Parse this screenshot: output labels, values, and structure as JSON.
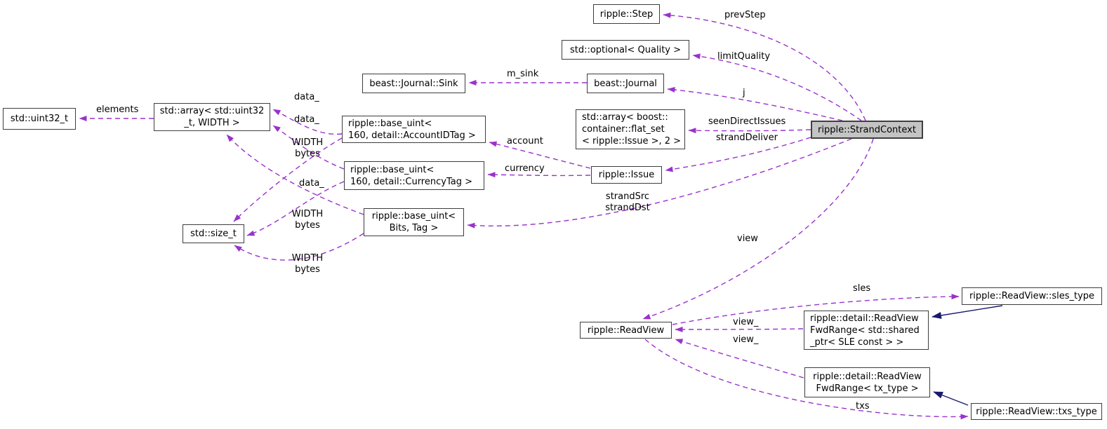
{
  "diagram_type": "doxygen-collaboration-graph",
  "focus_node": "ripple::StrandContext",
  "colors": {
    "member_edge": "#9a32cd",
    "inheritance_edge": "#191970",
    "node_border": "#3d3d3d",
    "node_fill": "#ffffff",
    "focus_node_fill": "#c4c4c4",
    "text": "#000000",
    "background": "#ffffff"
  },
  "nodes": {
    "uint32": {
      "lines": [
        "std::uint32_t"
      ]
    },
    "array_uint32": {
      "lines": [
        "std::array< std::uint32",
        "_t, WIDTH >"
      ]
    },
    "journal_sink": {
      "lines": [
        "beast::Journal::Sink"
      ]
    },
    "journal": {
      "lines": [
        "beast::Journal"
      ]
    },
    "step": {
      "lines": [
        "ripple::Step"
      ]
    },
    "optional_quality": {
      "lines": [
        "std::optional< Quality >"
      ]
    },
    "base_uint_account": {
      "lines": [
        "ripple::base_uint<",
        "160, detail::AccountIDTag >"
      ]
    },
    "flatset_array": {
      "lines": [
        "std::array< boost::",
        "container::flat_set",
        "< ripple::Issue >, 2 >"
      ]
    },
    "base_uint_currency": {
      "lines": [
        "ripple::base_uint<",
        "160, detail::CurrencyTag >"
      ]
    },
    "issue": {
      "lines": [
        "ripple::Issue"
      ]
    },
    "strand_context": {
      "lines": [
        "ripple::StrandContext"
      ]
    },
    "size_t": {
      "lines": [
        "std::size_t"
      ]
    },
    "base_uint_bits": {
      "lines": [
        "ripple::base_uint<",
        "Bits, Tag >"
      ]
    },
    "readview": {
      "lines": [
        "ripple::ReadView"
      ]
    },
    "fwdrange_sle": {
      "lines": [
        "ripple::detail::ReadView",
        "FwdRange< std::shared",
        "_ptr< SLE const > >"
      ]
    },
    "fwdrange_tx": {
      "lines": [
        "ripple::detail::ReadView",
        "FwdRange< tx_type >"
      ]
    },
    "sles_type": {
      "lines": [
        "ripple::ReadView::sles_type"
      ]
    },
    "txs_type": {
      "lines": [
        "ripple::ReadView::txs_type"
      ]
    }
  },
  "labels": {
    "elements": "elements",
    "data_1": "data_",
    "data_2": "data_",
    "data_3": "data_",
    "width_bytes_1": [
      "WIDTH",
      "bytes"
    ],
    "width_bytes_2": [
      "WIDTH",
      "bytes"
    ],
    "width_bytes_3": [
      "WIDTH",
      "bytes"
    ],
    "m_sink": "m_sink",
    "prev_step": "prevStep",
    "limit_quality": "limitQuality",
    "j": "j",
    "seen_direct_issues": "seenDirectIssues",
    "strand_deliver": "strandDeliver",
    "account": "account",
    "currency": "currency",
    "strand_src_dst": [
      "strandSrc",
      "strandDst"
    ],
    "view": "view",
    "view_1": "view_",
    "view_2": "view_",
    "sles": "sles",
    "txs": "txs"
  },
  "edges": [
    {
      "from": "std::array< std::uint32_t, WIDTH >",
      "to": "std::uint32_t",
      "label": "elements",
      "style": "dashed-member"
    },
    {
      "from": "ripple::base_uint< 160, detail::AccountIDTag >",
      "to": "std::array< std::uint32_t, WIDTH >",
      "label": "data_",
      "style": "dashed-member"
    },
    {
      "from": "ripple::base_uint< 160, detail::CurrencyTag >",
      "to": "std::array< std::uint32_t, WIDTH >",
      "label": "data_",
      "style": "dashed-member"
    },
    {
      "from": "ripple::base_uint< Bits, Tag >",
      "to": "std::array< std::uint32_t, WIDTH >",
      "label": "data_",
      "style": "dashed-member"
    },
    {
      "from": "ripple::base_uint< 160, detail::AccountIDTag >",
      "to": "std::size_t",
      "label": "WIDTH bytes",
      "style": "dashed-member"
    },
    {
      "from": "ripple::base_uint< 160, detail::CurrencyTag >",
      "to": "std::size_t",
      "label": "WIDTH bytes",
      "style": "dashed-member"
    },
    {
      "from": "ripple::base_uint< Bits, Tag >",
      "to": "std::size_t",
      "label": "WIDTH bytes",
      "style": "dashed-member"
    },
    {
      "from": "beast::Journal",
      "to": "beast::Journal::Sink",
      "label": "m_sink",
      "style": "dashed-member"
    },
    {
      "from": "ripple::StrandContext",
      "to": "ripple::Step",
      "label": "prevStep",
      "style": "dashed-member"
    },
    {
      "from": "ripple::StrandContext",
      "to": "std::optional< Quality >",
      "label": "limitQuality",
      "style": "dashed-member"
    },
    {
      "from": "ripple::StrandContext",
      "to": "beast::Journal",
      "label": "j",
      "style": "dashed-member"
    },
    {
      "from": "ripple::StrandContext",
      "to": "std::array< boost::container::flat_set< ripple::Issue >, 2 >",
      "label": "seenDirectIssues",
      "style": "dashed-member"
    },
    {
      "from": "ripple::StrandContext",
      "to": "ripple::Issue",
      "label": "strandDeliver",
      "style": "dashed-member"
    },
    {
      "from": "ripple::Issue",
      "to": "ripple::base_uint< 160, detail::AccountIDTag >",
      "label": "account",
      "style": "dashed-member"
    },
    {
      "from": "ripple::Issue",
      "to": "ripple::base_uint< 160, detail::CurrencyTag >",
      "label": "currency",
      "style": "dashed-member"
    },
    {
      "from": "ripple::StrandContext",
      "to": "ripple::base_uint< Bits, Tag >",
      "label": "strandSrc strandDst",
      "style": "dashed-member"
    },
    {
      "from": "ripple::StrandContext",
      "to": "ripple::ReadView",
      "label": "view",
      "style": "dashed-member"
    },
    {
      "from": "ripple::detail::ReadViewFwdRange< std::shared_ptr< SLE const > >",
      "to": "ripple::ReadView",
      "label": "view_",
      "style": "dashed-member"
    },
    {
      "from": "ripple::detail::ReadViewFwdRange< tx_type >",
      "to": "ripple::ReadView",
      "label": "view_",
      "style": "dashed-member"
    },
    {
      "from": "ripple::ReadView",
      "to": "ripple::ReadView::sles_type",
      "label": "sles",
      "style": "dashed-member"
    },
    {
      "from": "ripple::ReadView",
      "to": "ripple::ReadView::txs_type",
      "label": "txs",
      "style": "dashed-member"
    },
    {
      "from": "ripple::ReadView::sles_type",
      "to": "ripple::detail::ReadViewFwdRange< std::shared_ptr< SLE const > >",
      "label": "",
      "style": "solid-inheritance"
    },
    {
      "from": "ripple::ReadView::txs_type",
      "to": "ripple::detail::ReadViewFwdRange< tx_type >",
      "label": "",
      "style": "solid-inheritance"
    }
  ]
}
